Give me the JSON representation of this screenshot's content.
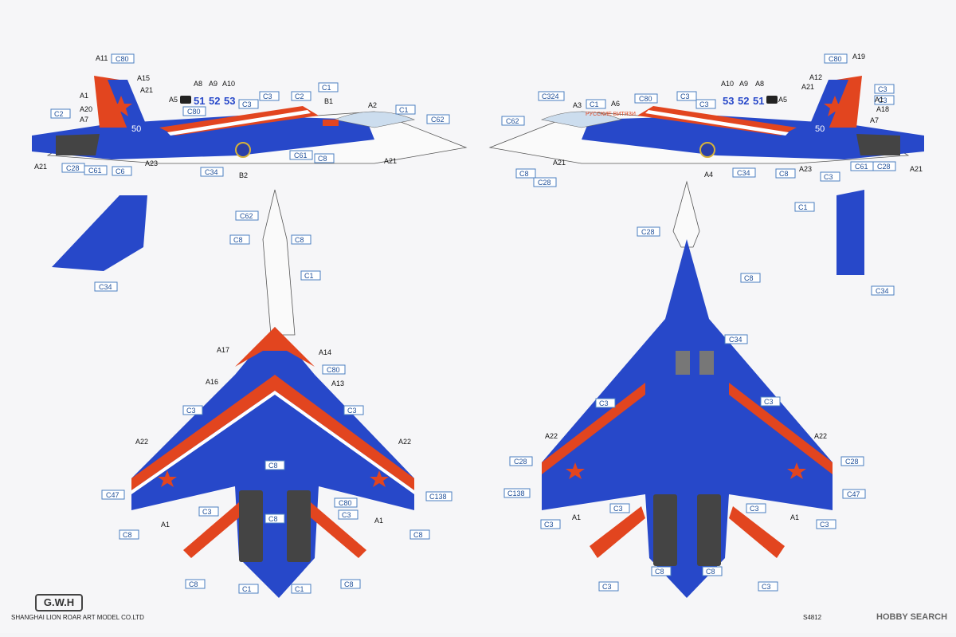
{
  "brand": {
    "logo_text": "G.W.H",
    "company": "SHANGHAI LION ROAR ART MODEL CO.LTD"
  },
  "product_code": "S4812",
  "watermark": "HOBBY SEARCH",
  "tail_number": "50",
  "side_numbers": [
    "51",
    "52",
    "53"
  ],
  "fuselage_script": "РУССКИЕ ВИТЯЗИ",
  "colors": {
    "blue": "#2748c9",
    "red": "#e2451f",
    "white": "#fafafa",
    "label_blue": "#1f4f98"
  },
  "labels": {
    "a1": "A1",
    "a2": "A2",
    "a3": "A3",
    "a4": "A4",
    "a5": "A5",
    "a6": "A6",
    "a7": "A7",
    "a8": "A8",
    "a9": "A9",
    "a10": "A10",
    "a11": "A11",
    "a12": "A12",
    "a13": "A13",
    "a14": "A14",
    "a15": "A15",
    "a16": "A16",
    "a17": "A17",
    "a18": "A18",
    "a19": "A19",
    "a20": "A20",
    "a21": "A21",
    "a22": "A22",
    "a23": "A23",
    "b1": "B1",
    "b2": "B2",
    "c1": "C1",
    "c2": "C2",
    "c3": "C3",
    "c6": "C6",
    "c8": "C8",
    "c28": "C28",
    "c34": "C34",
    "c47": "C47",
    "c61": "C61",
    "c62": "C62",
    "c80": "C80",
    "c138": "C138",
    "c324": "C324"
  }
}
